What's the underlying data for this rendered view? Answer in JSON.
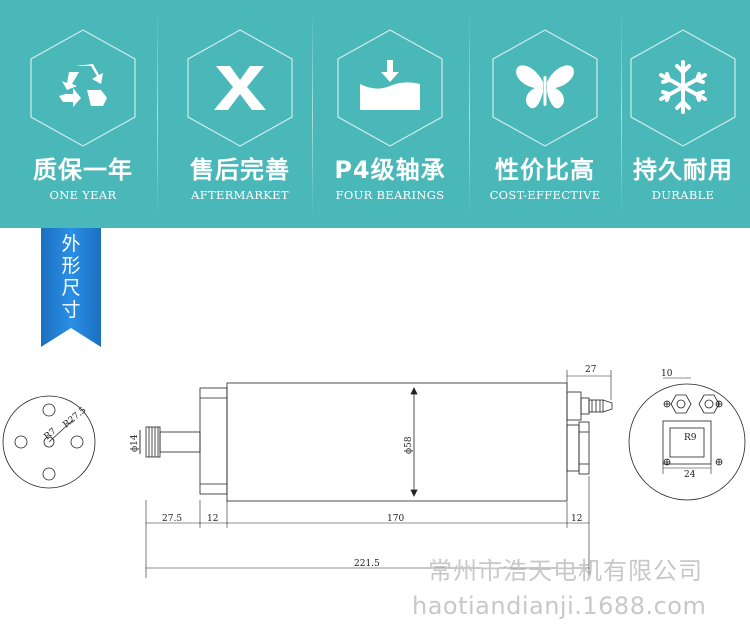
{
  "features": [
    {
      "title": "质保一年",
      "subtitle": "ONE YEAR",
      "icon": "recycle-icon"
    },
    {
      "title": "售后完善",
      "subtitle": "AFTERMARKET",
      "icon": "x-icon"
    },
    {
      "title": "P4级轴承",
      "subtitle": "FOUR BEARINGS",
      "icon": "bearing-arrow-icon"
    },
    {
      "title": "性价比高",
      "subtitle": "COST-EFFECTIVE",
      "icon": "butterfly-icon"
    },
    {
      "title": "持久耐用",
      "subtitle": "DURABLE",
      "icon": "snowflake-icon"
    }
  ],
  "section_tag": {
    "chars": [
      "外",
      "形",
      "尺",
      "寸"
    ]
  },
  "dimensions": {
    "left_view": {
      "r1": "R7",
      "r2": "R27.5"
    },
    "shaft_diameter": "ϕ14",
    "body_diameter": "ϕ58",
    "top_right": "27",
    "bottom": [
      "27.5",
      "12",
      "170",
      "12"
    ],
    "total": "221.5",
    "right_view": {
      "top": "10",
      "radius": "R9",
      "bottom": "24"
    }
  },
  "watermark": {
    "company": "常州市浩天电机有限公司",
    "site": "haotiandianji.1688.com"
  },
  "colors": {
    "banner": "#4ab7b9",
    "tag": "#1c7fd2",
    "watermark": "#c8c8c8"
  }
}
